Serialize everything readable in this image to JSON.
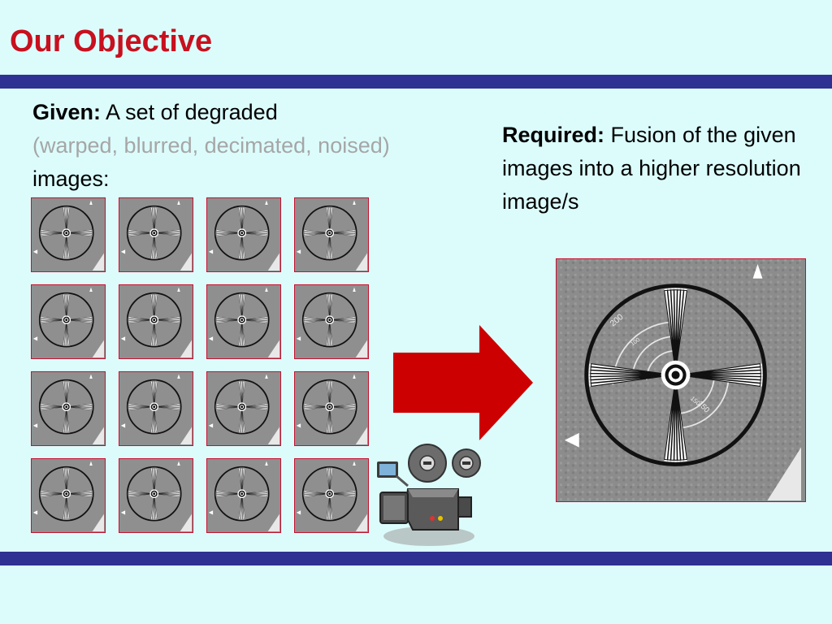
{
  "slide": {
    "title": "Our Objective",
    "given": {
      "label": "Given:",
      "text_before": " A set of degraded",
      "degradations": "(warped, blurred, decimated, noised)",
      "text_after": " images:"
    },
    "required": {
      "label": "Required:",
      "text": " Fusion of the given images into a higher resolution image/s"
    },
    "thumbnail_grid": {
      "rows": 4,
      "cols": 4,
      "count": 16
    },
    "result_labels": [
      "200",
      "100",
      "150",
      "150"
    ],
    "colors": {
      "title": "#c8101e",
      "band": "#2e3192",
      "background": "#dcfcfc",
      "arrow": "#cc0000",
      "degradations_text": "#a6a6a6"
    },
    "icons": [
      "right-arrow-icon",
      "video-camera-icon"
    ]
  }
}
